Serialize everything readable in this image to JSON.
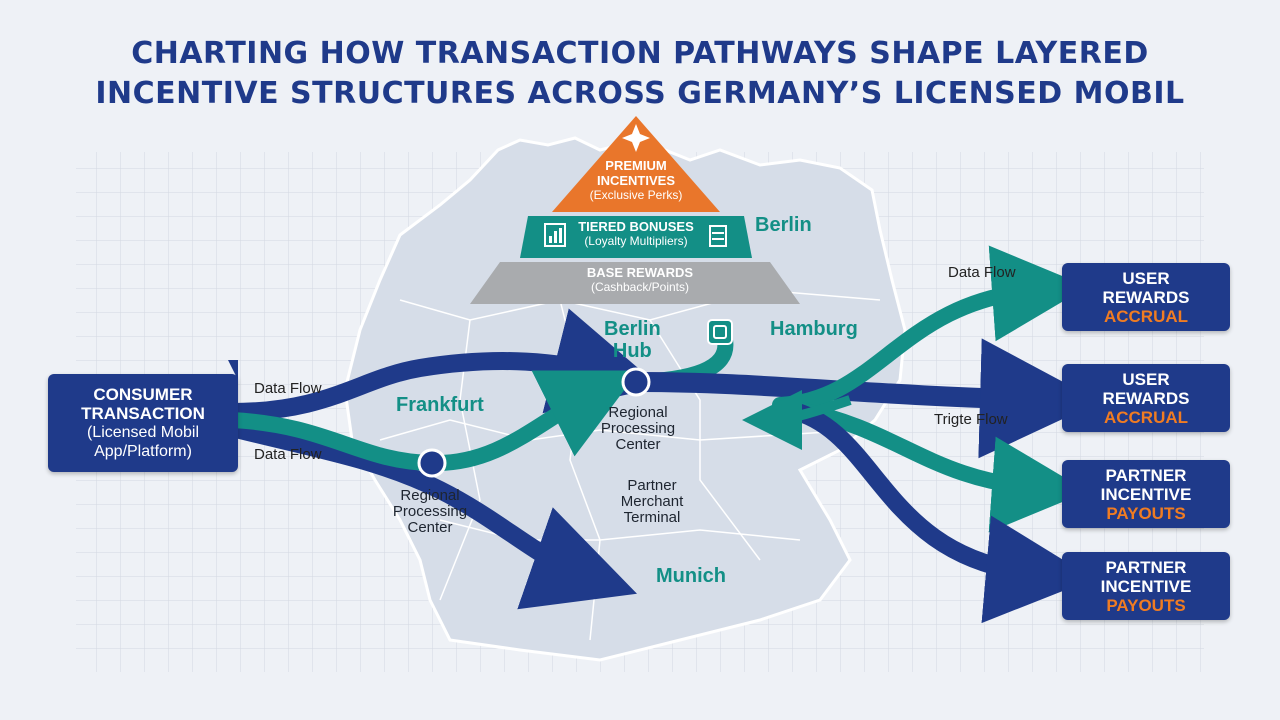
{
  "title": {
    "line1": "CHARTING HOW TRANSACTION PATHWAYS SHAPE LAYERED",
    "line2": "INCENTIVE STRUCTURES ACROSS GERMANY’S LICENSED MOBIL"
  },
  "pyramid": {
    "premium": {
      "label_1": "PREMIUM",
      "label_2": "INCENTIVES",
      "sub": "(Exclusive Perks)"
    },
    "tiered": {
      "label": "TIERED BONUSES",
      "sub": "(Loyalty Multipliers)"
    },
    "base": {
      "label": "BASE REWARDS",
      "sub": "(Cashback/Points)"
    }
  },
  "consumer": {
    "line1": "CONSUMER",
    "line2": "TRANSACTION",
    "sub1": "(Licensed Mobil",
    "sub2": "App/Platform)"
  },
  "cities": {
    "berlin": "Berlin",
    "berlin_hub_1": "Berlin",
    "berlin_hub_2": "Hub",
    "hamburg": "Hamburg",
    "frankfurt": "Frankfurt",
    "munich": "Munich"
  },
  "flow_labels": {
    "data_flow_upper": "Data Flow",
    "data_flow_lower": "Data Flow",
    "data_flow_right": "Data Flow",
    "trigte_flow": "Trigte Flow"
  },
  "nodes": {
    "rpc_center": {
      "line1": "Regional",
      "line2": "Processing",
      "line3": "Center"
    },
    "rpc_west": {
      "line1": "Regional",
      "line2": "Processing",
      "line3": "Center"
    },
    "partner_terminal": {
      "line1": "Partner",
      "line2": "Merchant",
      "line3": "Terminal"
    }
  },
  "outputs": [
    {
      "line1": "USER",
      "line2": "REWARDS",
      "line3": "ACCRUAL"
    },
    {
      "line1": "USER",
      "line2": "REWARDS",
      "line3": "ACCRUAL"
    },
    {
      "line1": "PARTNER",
      "line2": "INCENTIVE",
      "line3": "PAYOUTS"
    },
    {
      "line1": "PARTNER",
      "line2": "INCENTIVE",
      "line3": "PAYOUTS"
    }
  ],
  "colors": {
    "navy": "#1f3a8a",
    "teal": "#138f86",
    "orange": "#e9762b",
    "gray": "#a9abae",
    "accent_text": "#f07c22"
  }
}
